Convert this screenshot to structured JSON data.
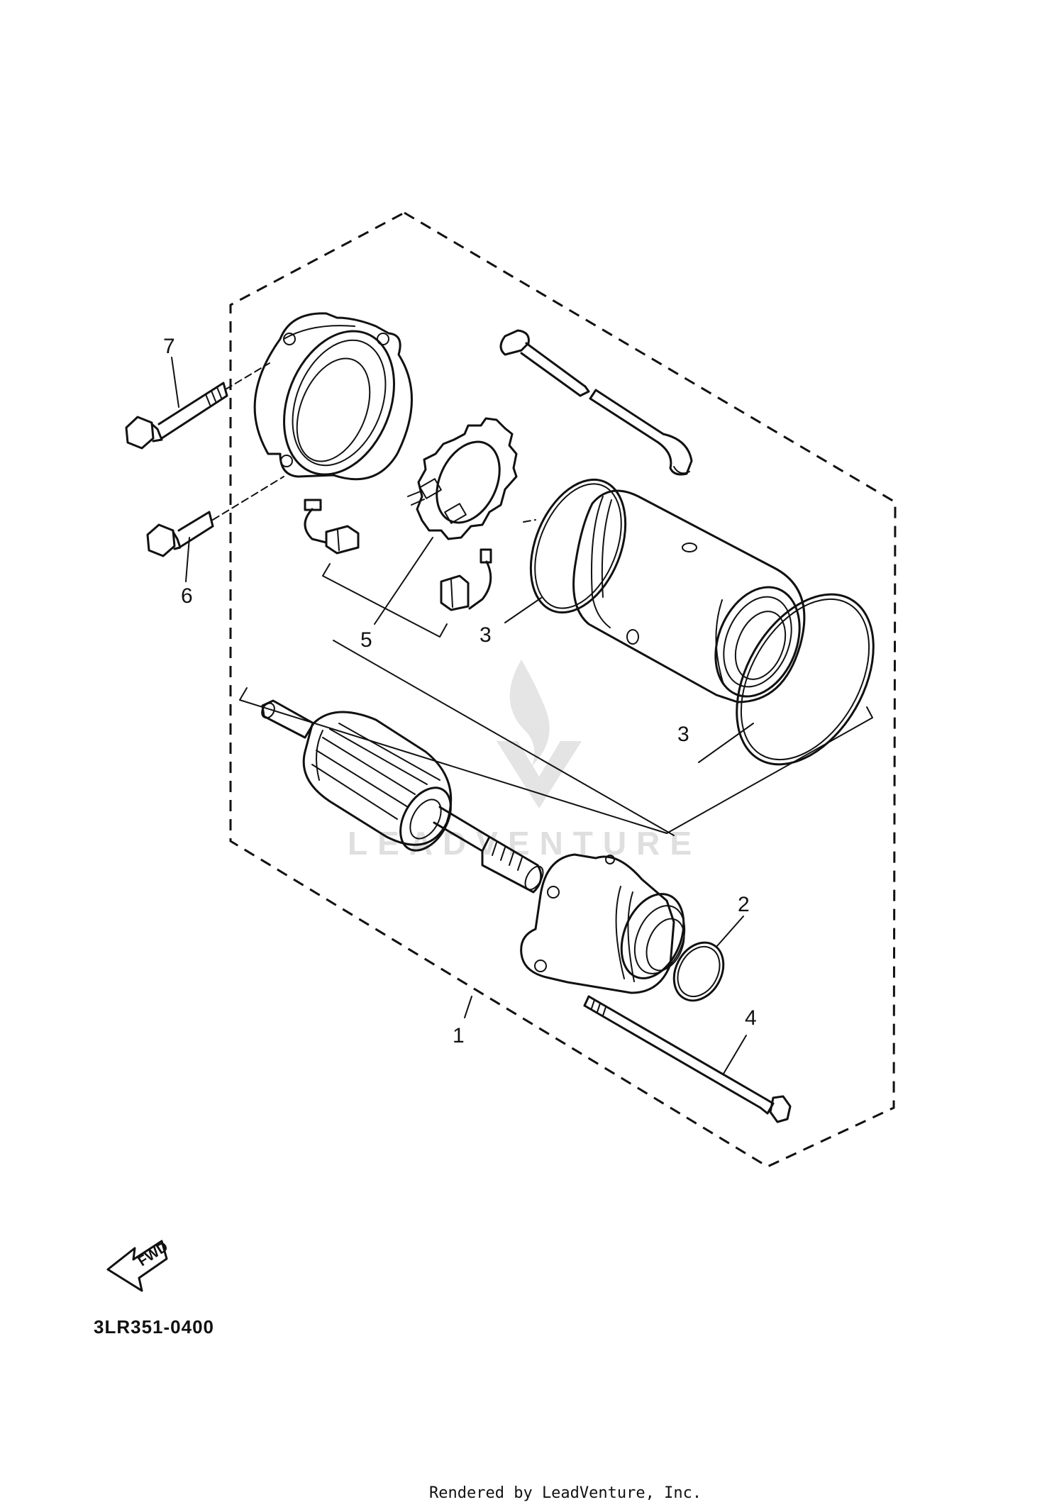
{
  "callouts": {
    "c1": "1",
    "c2": "2",
    "c3a": "3",
    "c3b": "3",
    "c4": "4",
    "c5": "5",
    "c6": "6",
    "c7": "7"
  },
  "fwd_label": "FWD",
  "diagram_code": "3LR351-0400",
  "watermark_text": "LEADVENTURE",
  "footer_text": "Rendered by LeadVenture, Inc."
}
